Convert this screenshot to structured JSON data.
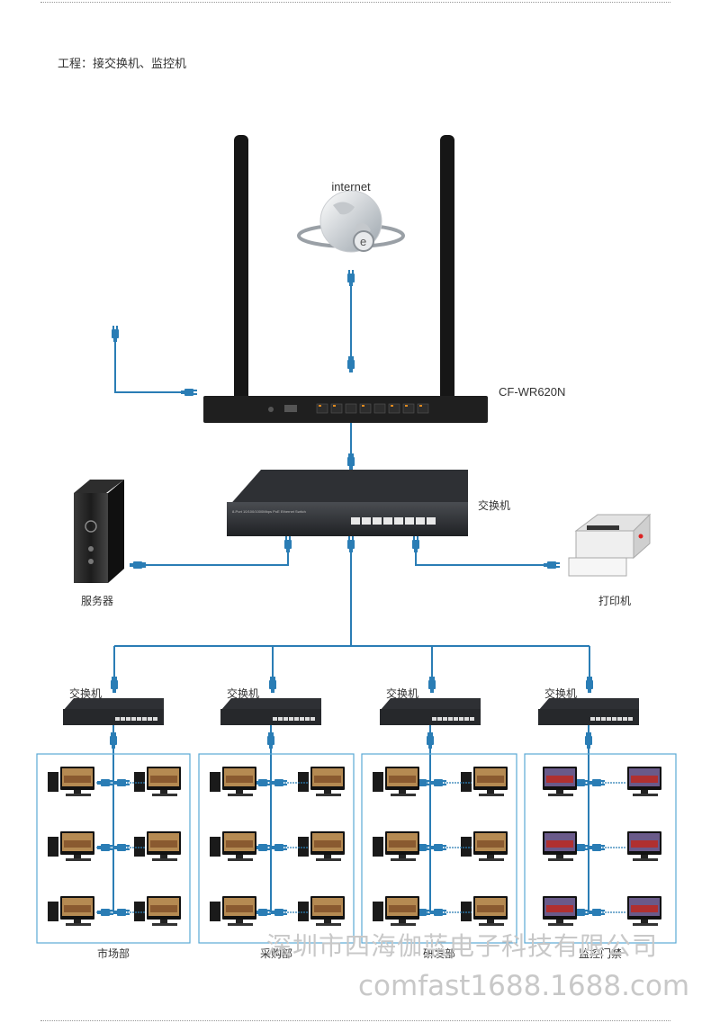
{
  "header": {
    "title": "工程：接交换机、监控机"
  },
  "internet": {
    "label": "internet"
  },
  "router": {
    "model": "CF-WR620N",
    "front_text": "8-Port 10/100/1000Mbps PoE Ethernet Switch"
  },
  "main_switch": {
    "label": "交换机"
  },
  "server": {
    "label": "服务器"
  },
  "printer": {
    "label": "打印机"
  },
  "sub_switches": [
    {
      "label": "交换机"
    },
    {
      "label": "交换机"
    },
    {
      "label": "交换机"
    },
    {
      "label": "交换机"
    }
  ],
  "departments": [
    {
      "name": "市场部"
    },
    {
      "name": "采购部"
    },
    {
      "name": "研发部"
    },
    {
      "name": "监控门禁"
    }
  ],
  "watermark": {
    "company": "深圳市四海伽蓝电子科技有限公司",
    "site": "comfast1688.1688.com"
  },
  "colors": {
    "cable": "#2a7db5",
    "box": "#5aa9d6",
    "device": "#2b2b2b"
  }
}
